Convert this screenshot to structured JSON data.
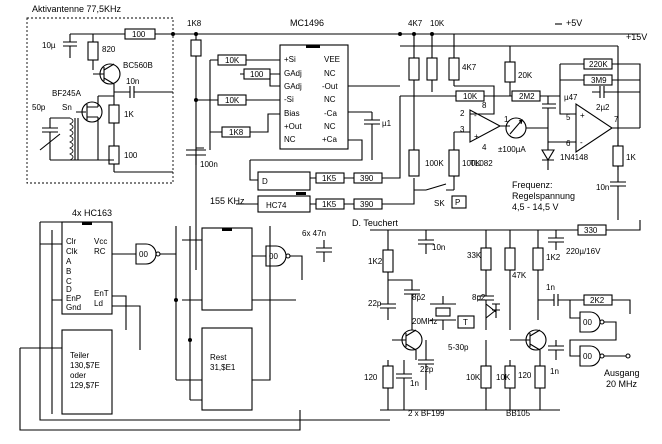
{
  "antenna_block": {
    "title": "Aktivantenne  77,5KHz",
    "c_10u": "10µ",
    "r_820": "820",
    "r_100_top": "100",
    "t_bc560b": "BC560B",
    "c_10n": "10n",
    "t_bf245a": "BF245A",
    "c_50p": "50p",
    "sn": "Sn",
    "r_1k": "1K",
    "r_100_bottom": "100"
  },
  "mixer": {
    "ic": "MC1496",
    "r_1k8_top": "1K8",
    "r_10k_a": "10K",
    "r_100": "100",
    "r_10k_b": "10K",
    "c_100n": "100n",
    "r_1k8_bias": "1K8",
    "pins_left": [
      "+Si",
      "GAdj",
      "GAdj",
      "-Si",
      "Bias",
      "+Out",
      "NC"
    ],
    "pins_right": [
      "VEE",
      "NC",
      "-Out",
      "NC",
      "-Ca",
      "NC",
      "+Ca"
    ],
    "c_u1": "µ1"
  },
  "supply": {
    "plus5": "+5V",
    "plus15": "+15V",
    "r_4k7_a": "4K7",
    "r_10k": "10K",
    "r_4k7_b": "4K7"
  },
  "amp": {
    "r_10k": "10K",
    "r_100k_a": "100K",
    "r_100k_b": "100K",
    "op_name": "TL082",
    "pin2": "2",
    "pin3": "3",
    "pin8": "8",
    "pin4": "4",
    "pin1": "1",
    "meter": "±100µA",
    "r_20k": "20K",
    "r_2m2": "2M2",
    "pin5": "5",
    "pin6": "6",
    "pin7": "7",
    "r_220k": "220K",
    "r_3m9": "3M9",
    "c_u47": "µ47",
    "c_2u2": "2µ2",
    "diode": "1N4148",
    "r_1k": "1K",
    "c_10n": "10n",
    "freq_label": "Frequenz:",
    "reg_label": "Regelspannung",
    "range": "4,5 - 14,5  V",
    "sk": "SK",
    "p": "P"
  },
  "divider": {
    "label": "155 KHz",
    "ff": "HC74",
    "d": "D",
    "r_1k5_a": "1K5",
    "r_1k5_b": "1K5",
    "r_390_a": "390",
    "r_390_b": "390",
    "author": "D. Teuchert"
  },
  "counters": {
    "title": "4x HC163",
    "pins_left": [
      "Clr",
      "Clk",
      "A",
      "B",
      "C",
      "D",
      "EnP",
      "Gnd"
    ],
    "pins_right": [
      "Vcc",
      "RC",
      "EnT",
      "Ld"
    ],
    "gate_00a": "00",
    "gate_00b": "00",
    "caps": "6x 47n",
    "teiler_lines": [
      "Teiler",
      "130,$7E",
      "oder",
      "129,$7F"
    ],
    "rest_lines": [
      "Rest",
      "31,$E1"
    ]
  },
  "oscillator": {
    "r_330": "330",
    "c_220u": "220µ/16V",
    "r_1k2_a": "1K2",
    "c_10n": "10n",
    "r_33k": "33K",
    "r_47k": "47K",
    "r_1k2_b": "1K2",
    "c_22p_a": "22p",
    "c_8p2_a": "8p2",
    "c_8p2_b": "8p2",
    "xtal": "20MHz",
    "t_label": "T",
    "trim": "5-30p",
    "c_22p_b": "22p",
    "r_120_a": "120",
    "c_1n_a": "1n",
    "r_10k_a": "10K",
    "r_10k_b": "10K",
    "r_120_b": "120",
    "c_1n_b": "1n",
    "r_2k2": "2K2",
    "gate_00c": "00",
    "gate_00d": "00",
    "out_label": "Ausgang",
    "out_freq": "20 MHz",
    "transistors": "2 x BF199",
    "varicap": "BB105"
  }
}
